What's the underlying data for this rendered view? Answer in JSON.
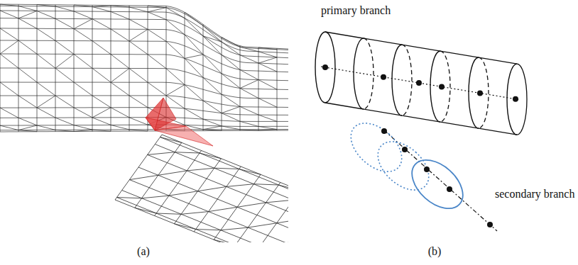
{
  "diagram": {
    "labels": [
      "primary branch",
      "secondary branch",
      "(a)",
      "(b)"
    ]
  }
}
